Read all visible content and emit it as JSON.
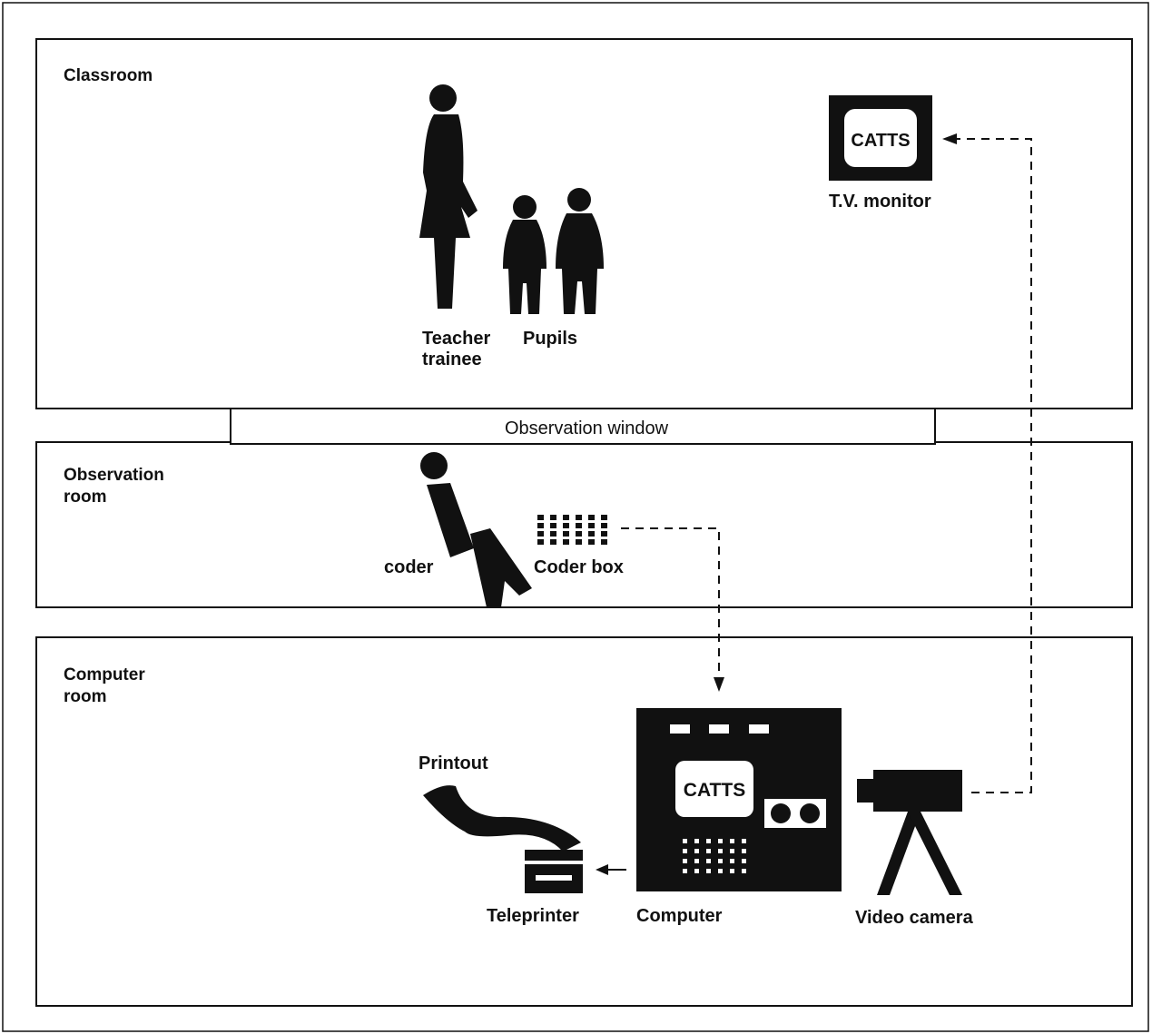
{
  "rooms": {
    "classroom": "Classroom",
    "observation_line1": "Observation",
    "observation_line2": "room",
    "computer_line1": "Computer",
    "computer_line2": "room"
  },
  "window_label": "Observation window",
  "labels": {
    "teacher_line1": "Teacher",
    "teacher_line2": "trainee",
    "pupils": "Pupils",
    "tv_monitor": "T.V. monitor",
    "monitor_screen": "CATTS",
    "coder": "coder",
    "coder_box": "Coder box",
    "printout": "Printout",
    "teleprinter": "Teleprinter",
    "computer": "Computer",
    "computer_screen": "CATTS",
    "video_camera": "Video camera"
  },
  "icons": [
    "teacher-figure-icon",
    "pupil-figure-icon",
    "tv-monitor-icon",
    "coder-seated-figure-icon",
    "keypad-icon",
    "printout-paper-icon",
    "teleprinter-icon",
    "computer-cabinet-icon",
    "video-camera-icon"
  ],
  "colors": {
    "ink": "#111111",
    "paper": "#ffffff"
  }
}
